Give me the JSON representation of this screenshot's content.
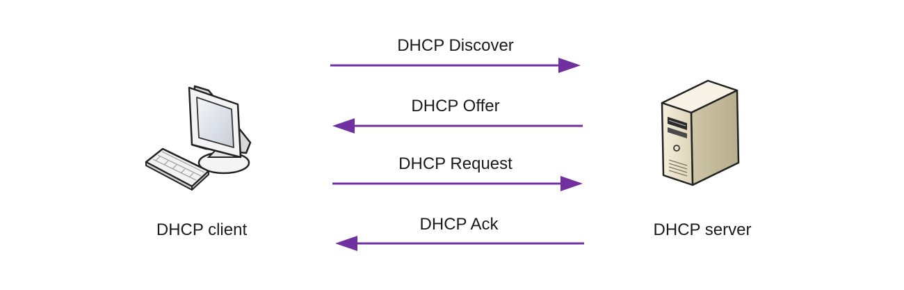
{
  "nodes": {
    "client": {
      "label": "DHCP client",
      "icon": "desktop-computer-icon"
    },
    "server": {
      "label": "DHCP server",
      "icon": "server-tower-icon"
    }
  },
  "messages": [
    {
      "label": "DHCP Discover",
      "direction": "client-to-server"
    },
    {
      "label": "DHCP Offer",
      "direction": "server-to-client"
    },
    {
      "label": "DHCP Request",
      "direction": "client-to-server"
    },
    {
      "label": "DHCP Ack",
      "direction": "server-to-client"
    }
  ],
  "colors": {
    "arrow": "#7030a0",
    "text": "#1a1a1a",
    "monitor_frame": "#f2f2f2",
    "monitor_screen": "#dde2ea",
    "server_body": "#ece6d4",
    "server_top": "#f7f2e4",
    "server_side": "#c9c0a4"
  }
}
